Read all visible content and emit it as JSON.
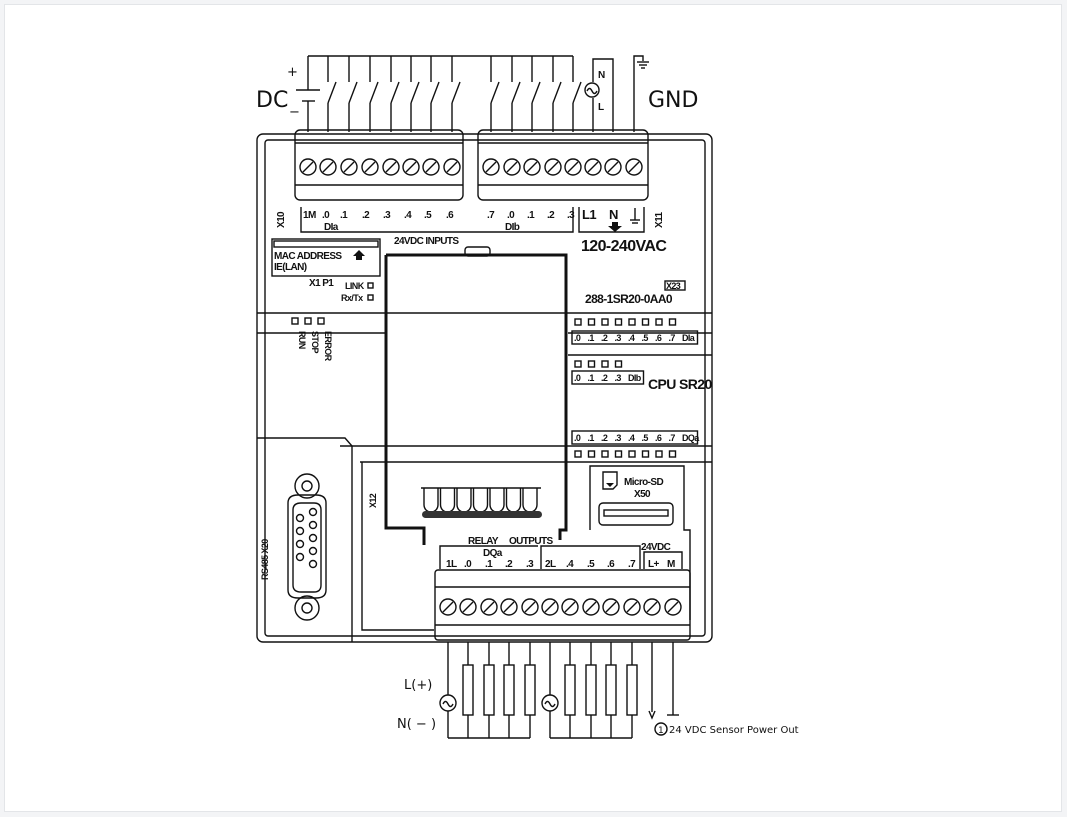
{
  "top_wiring": {
    "dc_label": "DC",
    "plus": "+",
    "minus": "−",
    "n_label": "N",
    "l_label": "L",
    "gnd_label": "GND"
  },
  "input_labels": {
    "x10": "X10",
    "group_a": [
      "1M",
      ".0",
      ".1",
      ".2",
      ".3",
      ".4",
      ".5",
      ".6"
    ],
    "group_b": [
      ".7",
      ".0",
      ".1",
      ".2",
      ".3"
    ],
    "dia": "DIa",
    "dib": "DIb",
    "power": [
      "L1",
      "N"
    ],
    "x11": "X11",
    "inputs_title": "24VDC INPUTS",
    "voltage": "120-240VAC"
  },
  "mac": {
    "title": "MAC ADDRESS",
    "subtitle": "IE(LAN)",
    "ports": "X1 P1",
    "link": "LINK",
    "rxtx": "Rx/Tx"
  },
  "model": {
    "x23": "X23",
    "part": "288-1SR20-0AA0",
    "cpu": "CPU SR20"
  },
  "status_leds": [
    "RUN",
    "STOP",
    "ERROR"
  ],
  "dia_leds": [
    ".0",
    ".1",
    ".2",
    ".3",
    ".4",
    ".5",
    ".6",
    ".7",
    "DIa"
  ],
  "dib_leds": [
    ".0",
    ".1",
    ".2",
    ".3",
    "DIb"
  ],
  "dqa_leds": [
    ".0",
    ".1",
    ".2",
    ".3",
    ".4",
    ".5",
    ".6",
    ".7",
    "DQa"
  ],
  "rs485": "RS485 X20",
  "x12": "X12",
  "sd": {
    "title": "Micro-SD",
    "port": "X50"
  },
  "outputs": {
    "relay": "RELAY",
    "outputs": "OUTPUTS",
    "dqa": "DQa",
    "supply": "24VDC",
    "labels": [
      "1L",
      ".0",
      ".1",
      ".2",
      ".3",
      "2L",
      ".4",
      ".5",
      ".6",
      ".7",
      "L+",
      "M"
    ]
  },
  "bottom_wiring": {
    "l_plus": "L(+)",
    "n_minus": "N( − )",
    "note_num": "1",
    "note": "24 VDC Sensor Power Out"
  }
}
